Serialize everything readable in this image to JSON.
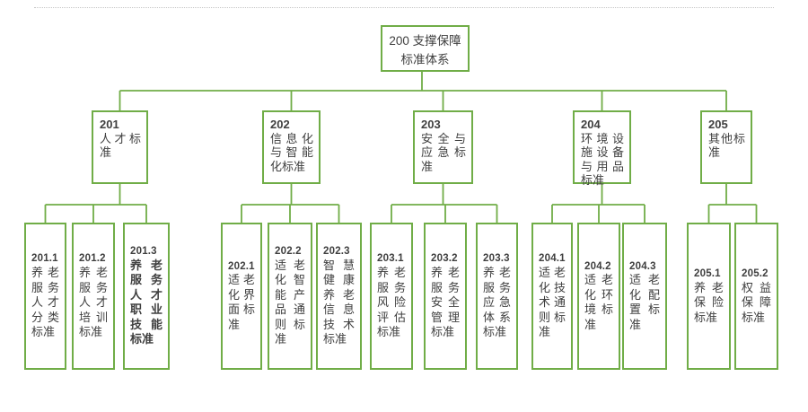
{
  "meta": {
    "line_color": "#70AD47",
    "text_color": "#3f3f3f",
    "dashed_border_color": "#c4c4c4",
    "background": "#ffffff"
  },
  "root": {
    "line1": "200 支撑保障",
    "line2": "标准体系"
  },
  "branches": [
    {
      "code": "201",
      "name": "人才标准",
      "children": [
        {
          "code": "201.1",
          "name": "养老服务人才分类标准"
        },
        {
          "code": "201.2",
          "name": "养老服务人才培训标准"
        },
        {
          "code": "201.3",
          "name": "养老服务人才职业技能标准"
        }
      ]
    },
    {
      "code": "202",
      "name": "信息化与智能化标准",
      "children": [
        {
          "code": "202.1",
          "name": "适老化界面标准"
        },
        {
          "code": "202.2",
          "name": "适老化智能产品通则标准"
        },
        {
          "code": "202.3",
          "name": "智慧健康养老信息技术标准"
        }
      ]
    },
    {
      "code": "203",
      "name": "安全与应急标准",
      "children": [
        {
          "code": "203.1",
          "name": "养老服务风险评估标准"
        },
        {
          "code": "203.2",
          "name": "养老服务安全管理标准"
        },
        {
          "code": "203.3",
          "name": "养老服务应急体系标准"
        }
      ]
    },
    {
      "code": "204",
      "name": "环境设施设备与用品标准",
      "children": [
        {
          "code": "204.1",
          "name": "适老化技术通则标准"
        },
        {
          "code": "204.2",
          "name": "适老化环境标准"
        },
        {
          "code": "204.3",
          "name": "适老化配置标准"
        }
      ]
    },
    {
      "code": "205",
      "name": "其他标准",
      "children": [
        {
          "code": "205.1",
          "name": "养老保险标准"
        },
        {
          "code": "205.2",
          "name": "权益保障标准"
        }
      ]
    }
  ]
}
